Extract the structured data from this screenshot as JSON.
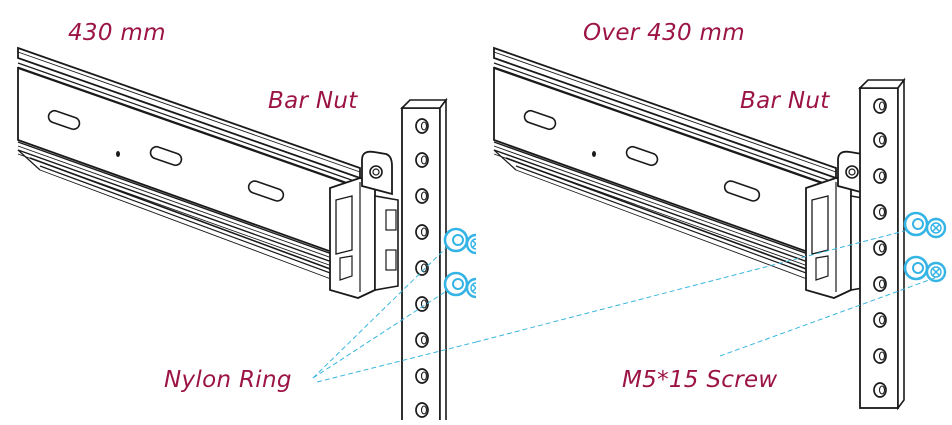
{
  "labels": {
    "left_width": "430 mm",
    "right_width": "Over 430 mm",
    "left_bar_nut": "Bar Nut",
    "right_bar_nut": "Bar Nut",
    "nylon_ring": "Nylon Ring",
    "screw": "M5*15 Screw"
  },
  "colors": {
    "label_text": "#9c1446",
    "leader_line": "#3ab7dd",
    "hardware": "#34b4e4",
    "line_art": "#1a1a1a"
  }
}
